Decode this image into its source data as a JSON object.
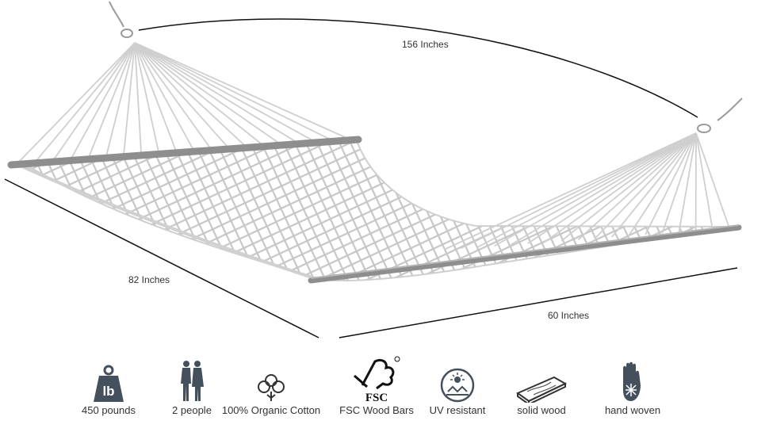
{
  "dimensions": {
    "length": "156 Inches",
    "diagonal": "82 Inches",
    "width": "60 Inches"
  },
  "features": [
    {
      "label": "450 pounds",
      "icon": "weight-icon",
      "badge": "lb"
    },
    {
      "label": "2 people",
      "icon": "people-icon"
    },
    {
      "label": "100% Organic Cotton",
      "icon": "cotton-icon"
    },
    {
      "label": "FSC Wood Bars",
      "icon": "fsc-logo-icon",
      "logo_text": "FSC"
    },
    {
      "label": "UV resistant",
      "icon": "sun-icon"
    },
    {
      "label": "solid wood",
      "icon": "wood-plank-icon"
    },
    {
      "label": "hand woven",
      "icon": "hand-icon"
    }
  ],
  "colors": {
    "hammock": "#c8c8c8",
    "bar": "#8a8a8a",
    "icon": "#3a4a5a"
  }
}
